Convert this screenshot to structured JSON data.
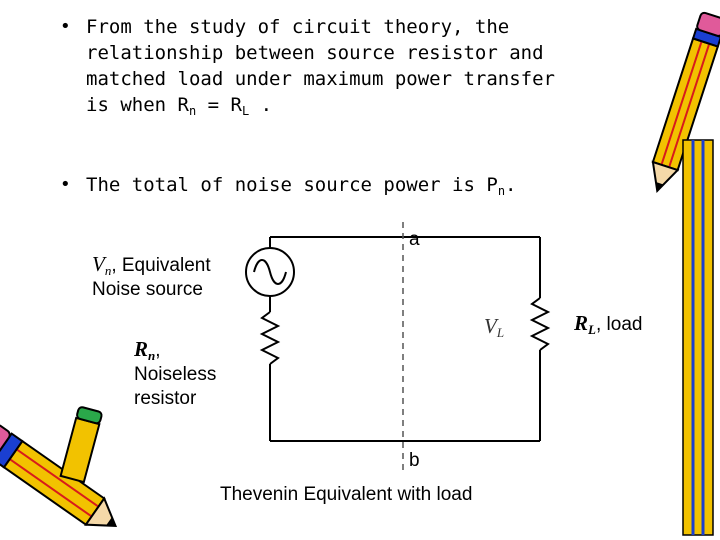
{
  "bullets": [
    {
      "lines": [
        "From the study of circuit theory, the",
        "relationship between source resistor and",
        "matched load under maximum power transfer",
        "is when R"
      ],
      "eq_mid": " = R",
      "sub_n": "n",
      "sub_L": "L",
      "end": " ."
    },
    {
      "text": "The total of noise source power is P",
      "sub": "n",
      "end": "."
    }
  ],
  "diagram": {
    "vn_symbol": "V",
    "vn_sub": "n",
    "vn_text": ", Equivalent",
    "vn_text2": "Noise source",
    "rn_symbol": "R",
    "rn_sub": "n",
    "rn_comma": ",",
    "rn_text1": "Noiseless",
    "rn_text2": "resistor",
    "node_a": "a",
    "node_b": "b",
    "vl_symbol": "V",
    "vl_sub": "L",
    "rl_symbol": "R",
    "rl_sub": "L",
    "rl_text": ", load",
    "caption": "Thevenin Equivalent with load"
  },
  "colors": {
    "pencil_body": "#f2c200",
    "pencil_stripe": "#d81b1b",
    "pencil_eraser": "#e05a9a",
    "pencil_band": "#1a3fd1",
    "pencil_tip": "#f5d9a8"
  },
  "icons": [
    "pencil-icon-top-right",
    "pencil-icon-bottom-left"
  ]
}
